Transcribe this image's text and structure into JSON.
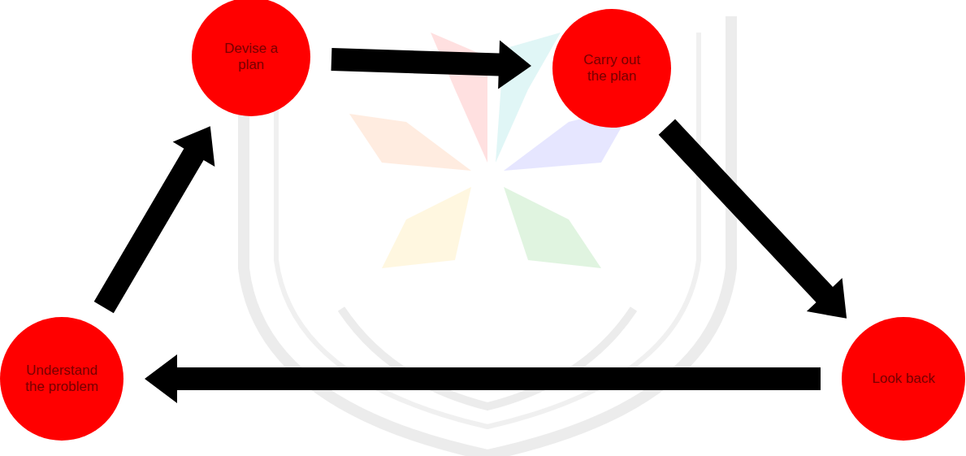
{
  "diagram": {
    "nodes": [
      {
        "text": [
          "Understand the problem"
        ]
      },
      {
        "text": [
          "Devise a plan"
        ]
      },
      {
        "text": [
          "Carry out the plan"
        ]
      },
      {
        "text": [
          "Look back"
        ]
      }
    ],
    "edges": [
      {
        "from": 0,
        "to": 1,
        "arrow": "to"
      },
      {
        "from": 1,
        "to": 2,
        "arrow": "to"
      },
      {
        "from": 2,
        "to": 3,
        "arrow": "to"
      },
      {
        "from": 3,
        "to": 0,
        "arrow": "to"
      }
    ]
  }
}
